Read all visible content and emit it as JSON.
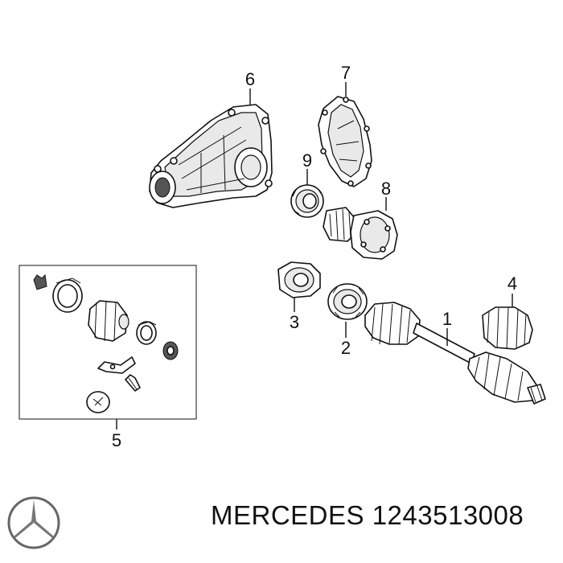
{
  "diagram": {
    "callouts": {
      "c1": "1",
      "c2": "2",
      "c3": "3",
      "c4": "4",
      "c5": "5",
      "c6": "6",
      "c7": "7",
      "c8": "8",
      "c9": "9"
    }
  },
  "footer": {
    "brand": "MERCEDES",
    "part_number": "1243513008",
    "logo_icon": "mercedes-star-icon"
  }
}
